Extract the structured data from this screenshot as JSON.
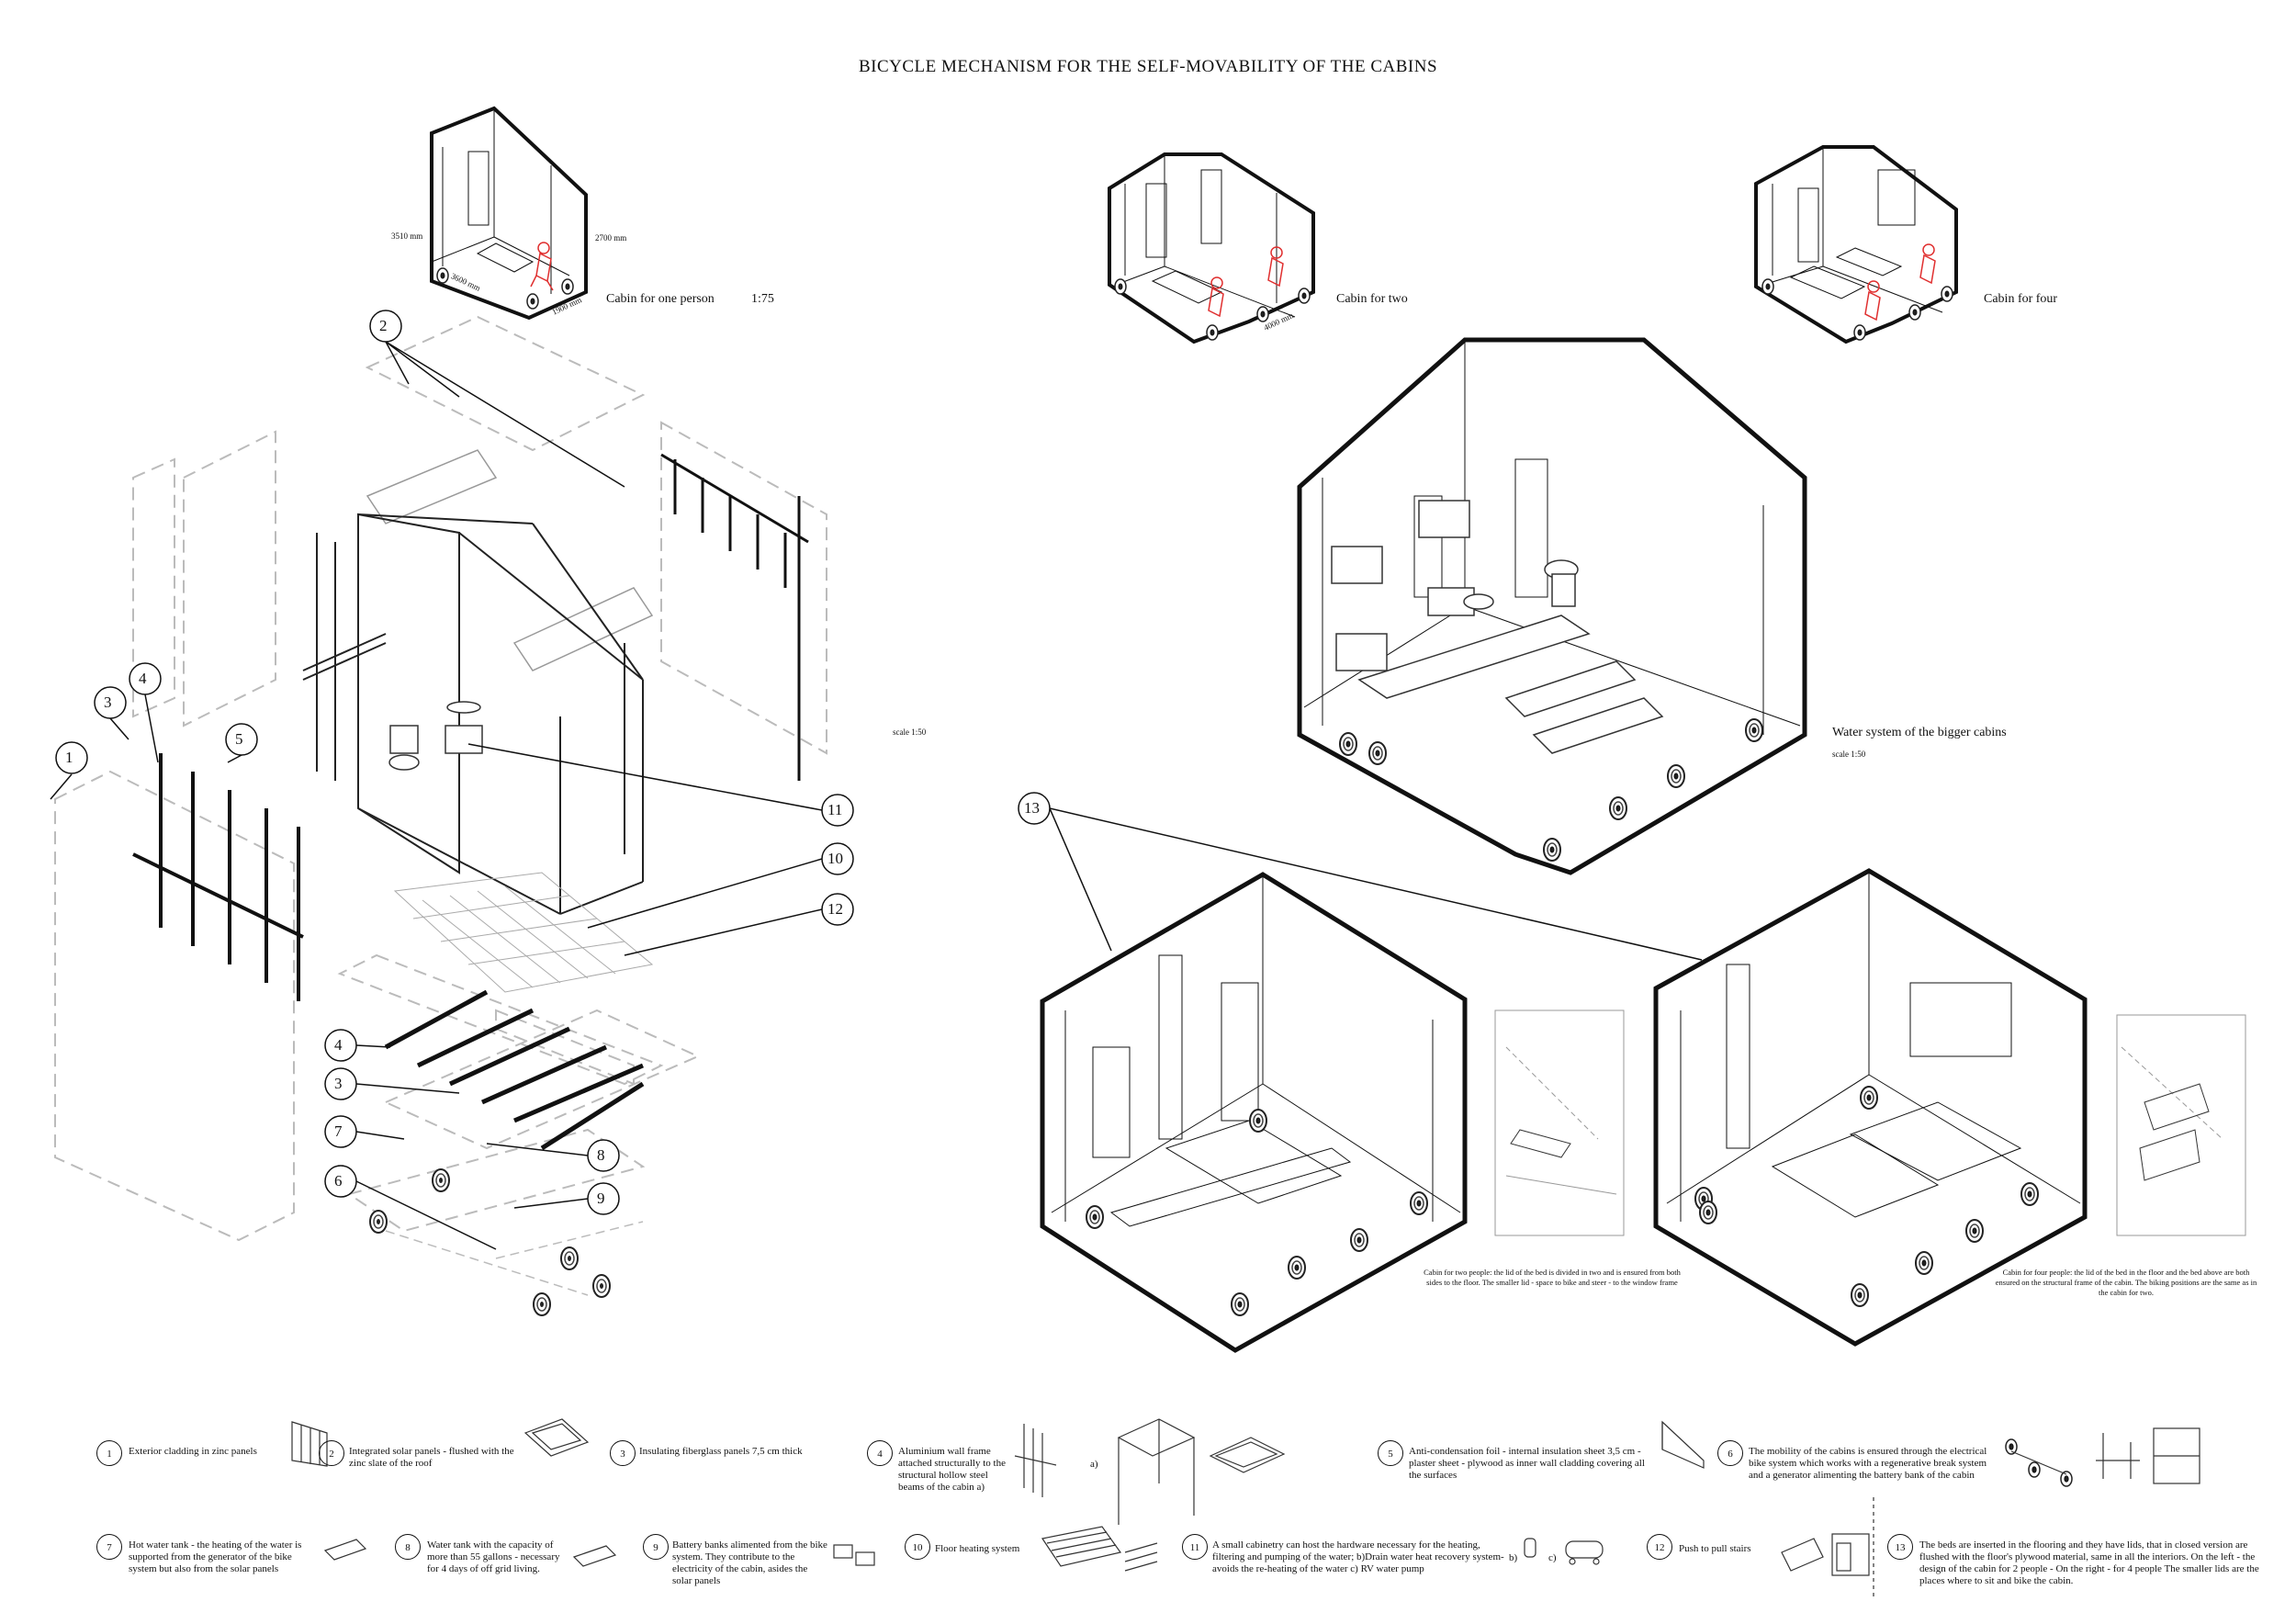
{
  "title": "BICYCLE MECHANISM FOR THE SELF-MOVABILITY OF THE CABINS",
  "small_cabin": {
    "caption": "Cabin for one person",
    "scale": "1:75",
    "dim_height_left": "3510 mm",
    "dim_height_right": "2700 mm",
    "dim_length": "3600 mm",
    "dim_width": "1900 mm"
  },
  "cabin_two": {
    "caption": "Cabin for two",
    "dim_length": "4000 mm"
  },
  "cabin_four": {
    "caption": "Cabin for four"
  },
  "exploded": {
    "scale": "scale 1:50",
    "callouts": [
      "1",
      "2",
      "3",
      "4",
      "5",
      "6",
      "7",
      "8",
      "9",
      "10",
      "11",
      "12"
    ]
  },
  "water_system": {
    "caption": "Water system of the bigger cabins",
    "scale": "scale 1:50"
  },
  "callout_13": "13",
  "notes": {
    "two_people": "Cabin for two people: the lid of the bed is divided in two and is ensured from both sides to the floor. The smaller lid - space to bike and steer - to the window frame",
    "four_people": "Cabin for four people: the lid of the bed in the floor and the bed above are both ensured on the structural frame of the cabin. The biking positions are the same as in the cabin for two."
  },
  "legend": [
    {
      "n": "1",
      "text": "Exterior cladding in zinc panels"
    },
    {
      "n": "2",
      "text": "Integrated solar panels - flushed with the zinc slate of the roof"
    },
    {
      "n": "3",
      "text": "Insulating fiberglass panels 7,5 cm thick"
    },
    {
      "n": "4",
      "text": "Aluminium wall frame attached structurally to the structural hollow steel beams of the cabin a)",
      "sub": "a)"
    },
    {
      "n": "5",
      "text": "Anti-condensation foil - internal insulation sheet 3,5 cm - plaster sheet - plywood as inner wall cladding covering all the surfaces"
    },
    {
      "n": "6",
      "text": "The mobility of the cabins is ensured through the electrical bike system which works with a regenerative break system and a generator alimenting the battery bank of the cabin"
    },
    {
      "n": "7",
      "text": "Hot water tank - the heating of the water is supported from the generator of the bike system but also from the solar panels"
    },
    {
      "n": "8",
      "text": "Water tank with the capacity of more than 55 gallons - necessary for 4 days of off grid living."
    },
    {
      "n": "9",
      "text": "Battery banks alimented from the bike system. They contribute to the electricity of the cabin, asides the solar panels"
    },
    {
      "n": "10",
      "text": "Floor heating system"
    },
    {
      "n": "11",
      "text": "A small cabinetry can host the hardware necessary for the heating, filtering and pumping of the water;   b)Drain water heat recovery system- avoids the re-heating of the water   c) RV water pump",
      "sub_b": "b)",
      "sub_c": "c)"
    },
    {
      "n": "12",
      "text": "Push to pull stairs"
    },
    {
      "n": "13",
      "text": "The beds are inserted in the flooring and they have lids, that in closed version are flushed with the floor's plywood material, same in all the interiors. On the left - the design of the cabin for 2 people - On the right - for 4 people The smaller lids are the places where to sit and bike the cabin."
    }
  ]
}
